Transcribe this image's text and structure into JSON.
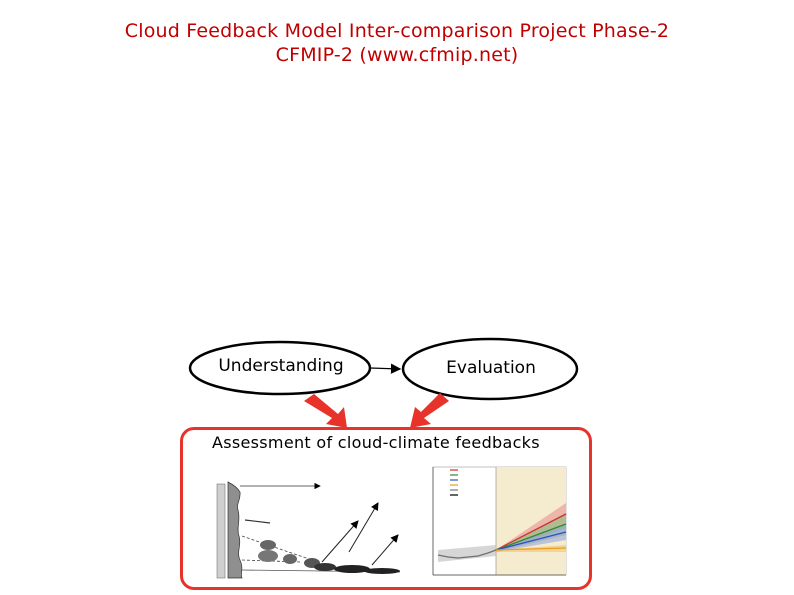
{
  "header": {
    "title_line1": "Cloud Feedback Model Inter-comparison Project Phase-2",
    "title_line2": "CFMIP-2  (www.cfmip.net)"
  },
  "nodes": {
    "understanding": "Understanding",
    "evaluation": "Evaluation"
  },
  "assessment": {
    "label": "Assessment of cloud-climate feedbacks"
  },
  "colors": {
    "title": "#c00000",
    "arrow": "#e8332a",
    "box_border": "#e8332a"
  }
}
